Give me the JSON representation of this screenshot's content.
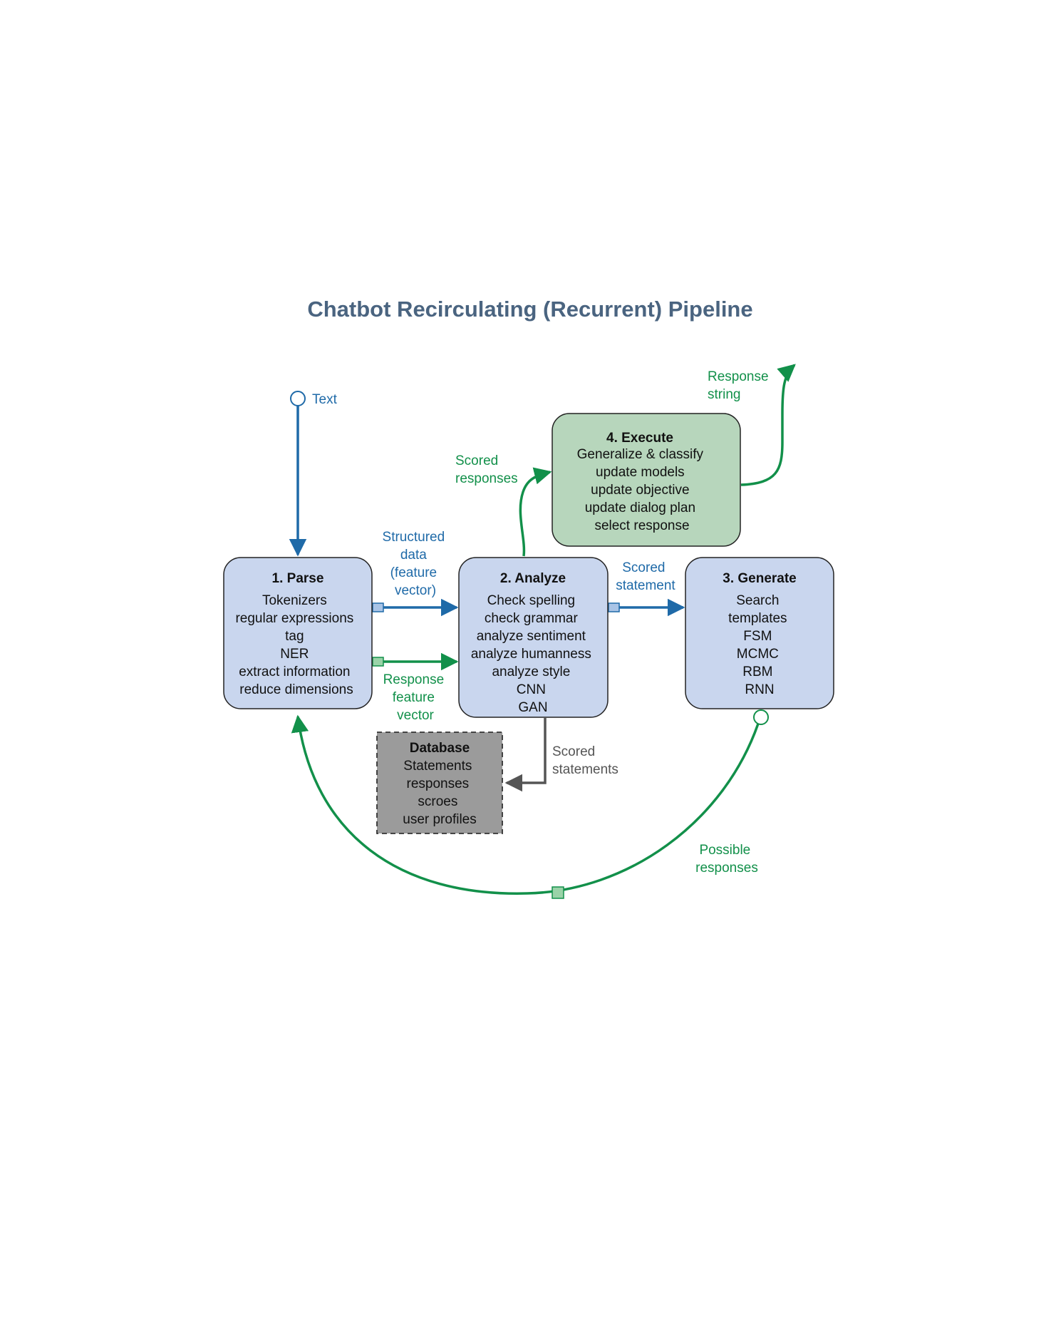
{
  "title": "Chatbot Recirculating (Recurrent) Pipeline",
  "colors": {
    "title": "#4a6480",
    "blue": "#1f6aa8",
    "green": "#12904a",
    "gray": "#555555",
    "box_blue_fill": "#c9d6ee",
    "box_green_fill": "#b7d6bc",
    "box_gray_fill": "#9b9b9b"
  },
  "nodes": {
    "parse": {
      "title": "1. Parse",
      "lines": [
        "Tokenizers",
        "regular expressions",
        "tag",
        "NER",
        "extract information",
        "reduce dimensions"
      ]
    },
    "analyze": {
      "title": "2. Analyze",
      "lines": [
        "Check spelling",
        "check grammar",
        "analyze sentiment",
        "analyze humanness",
        "analyze style",
        "CNN",
        "GAN"
      ]
    },
    "generate": {
      "title": "3. Generate",
      "lines": [
        "Search",
        "templates",
        "FSM",
        "MCMC",
        "RBM",
        "RNN"
      ]
    },
    "execute": {
      "title": "4. Execute",
      "lines": [
        "Generalize & classify",
        "update models",
        "update objective",
        "update dialog plan",
        "select response"
      ]
    },
    "database": {
      "title": "Database",
      "lines": [
        "Statements",
        "responses",
        "scroes",
        "user profiles"
      ]
    }
  },
  "edge_labels": {
    "text": [
      "Text"
    ],
    "structured": [
      "Structured",
      "data",
      "(feature",
      "vector)"
    ],
    "response_feature": [
      "Response",
      "feature",
      "vector"
    ],
    "scored_statement": [
      "Scored",
      "statement"
    ],
    "scored_responses": [
      "Scored",
      "responses"
    ],
    "response_string": [
      "Response",
      "string"
    ],
    "scored_statements": [
      "Scored",
      "statements"
    ],
    "possible_responses": [
      "Possible",
      "responses"
    ]
  }
}
